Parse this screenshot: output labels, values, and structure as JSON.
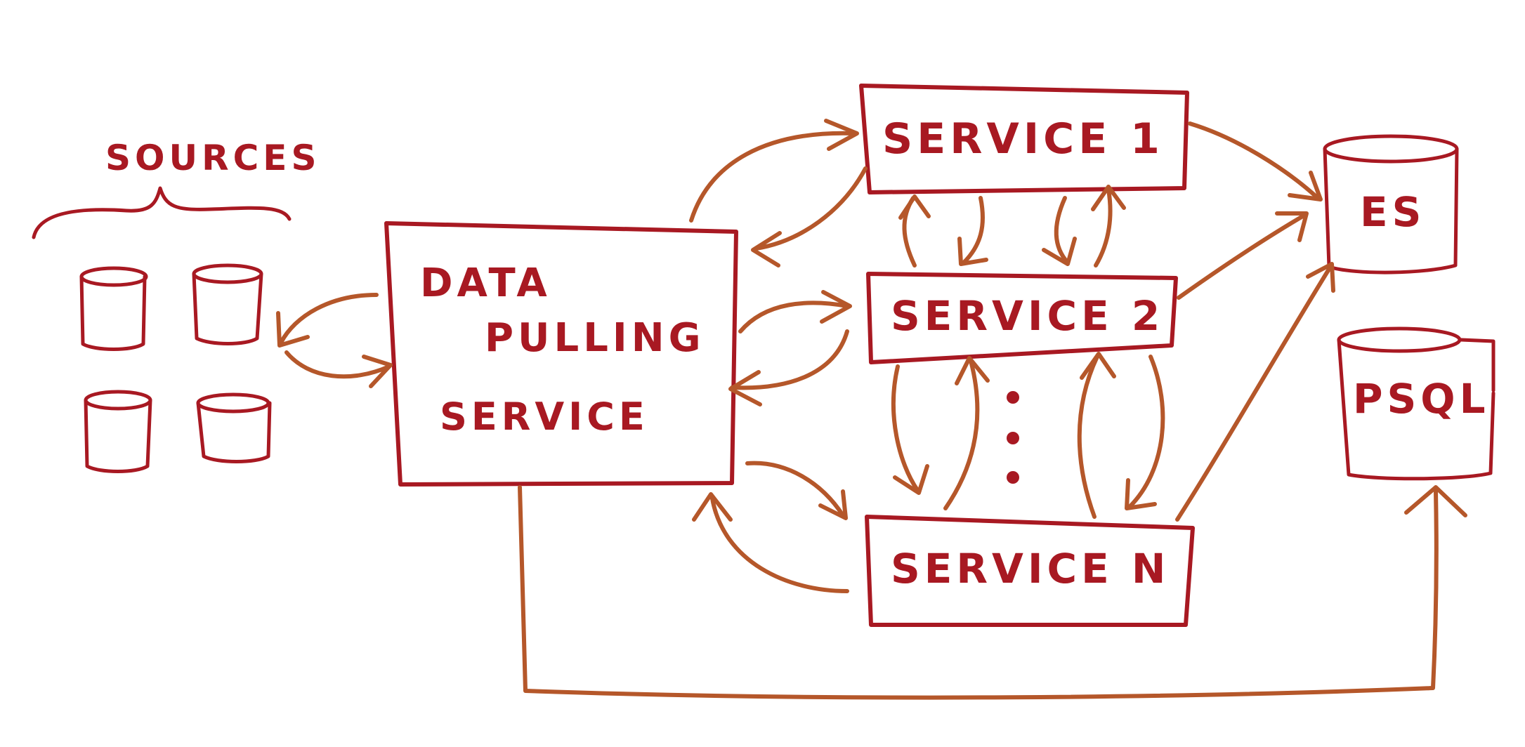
{
  "sources": {
    "label": "SOURCES"
  },
  "data_pulling": {
    "line1": "DATA",
    "line2": "PULLING",
    "line3": "SERVICE"
  },
  "services": [
    {
      "label": "SERVICE 1"
    },
    {
      "label": "SERVICE 2"
    },
    {
      "label": "SERVICE N"
    }
  ],
  "stores": {
    "es": "ES",
    "psql": "PSQL"
  },
  "colors": {
    "ink": "#a81922",
    "arrow": "#b5572a",
    "background": "#ffffff"
  }
}
